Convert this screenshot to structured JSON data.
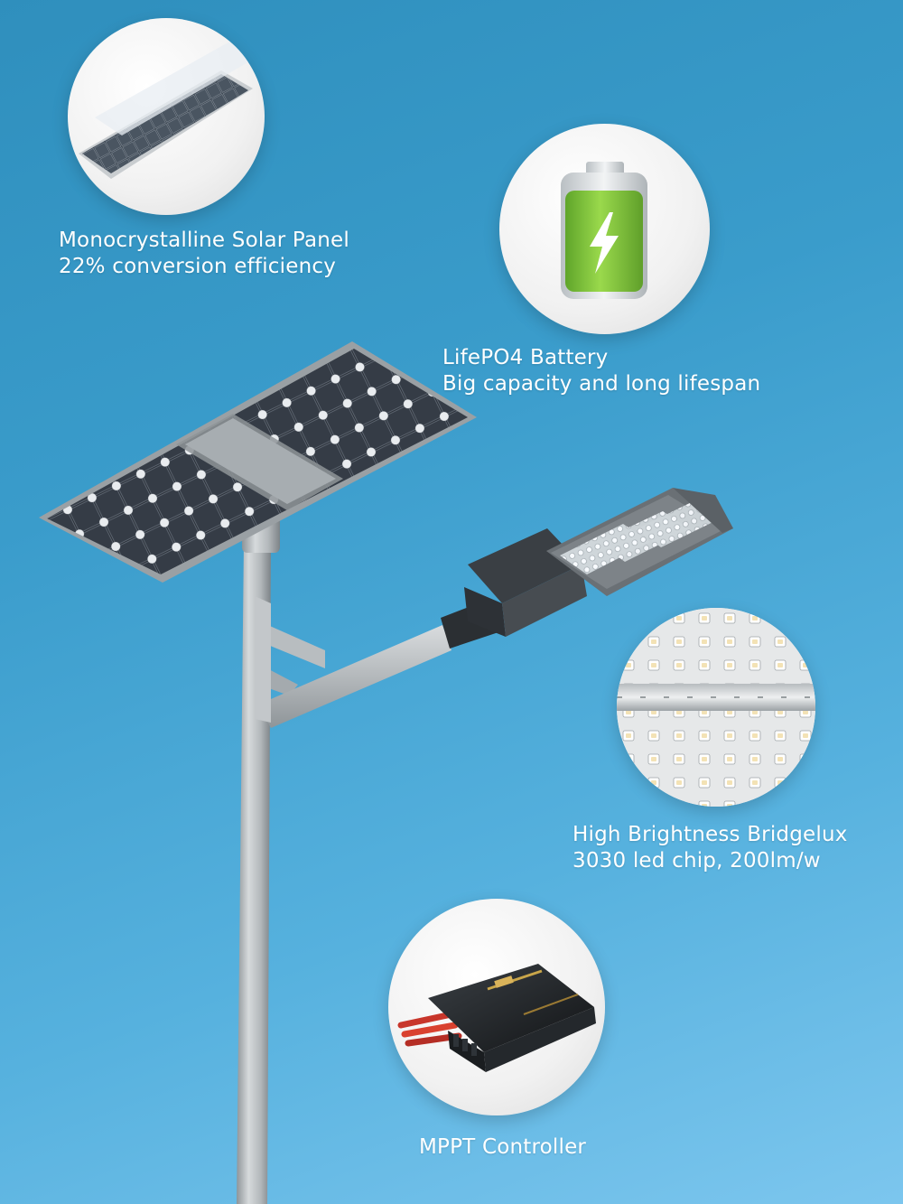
{
  "features": {
    "solar_panel": {
      "title": "Monocrystalline Solar Panel",
      "detail": "22% conversion efficiency",
      "icon": "solar-panel-icon"
    },
    "battery": {
      "title": "LifePO4 Battery",
      "detail": "Big capacity and long lifespan",
      "icon": "battery-icon"
    },
    "led_chip": {
      "title": "High Brightness Bridgelux",
      "detail": "3030 led chip, 200lm/w",
      "icon": "led-chip-icon"
    },
    "controller": {
      "title": "MPPT Controller",
      "icon": "controller-icon"
    }
  },
  "colors": {
    "sky_top": "#2f8fbd",
    "sky_bottom": "#7cc6ee",
    "battery_green": "#7cc23a",
    "text": "#ffffff"
  }
}
